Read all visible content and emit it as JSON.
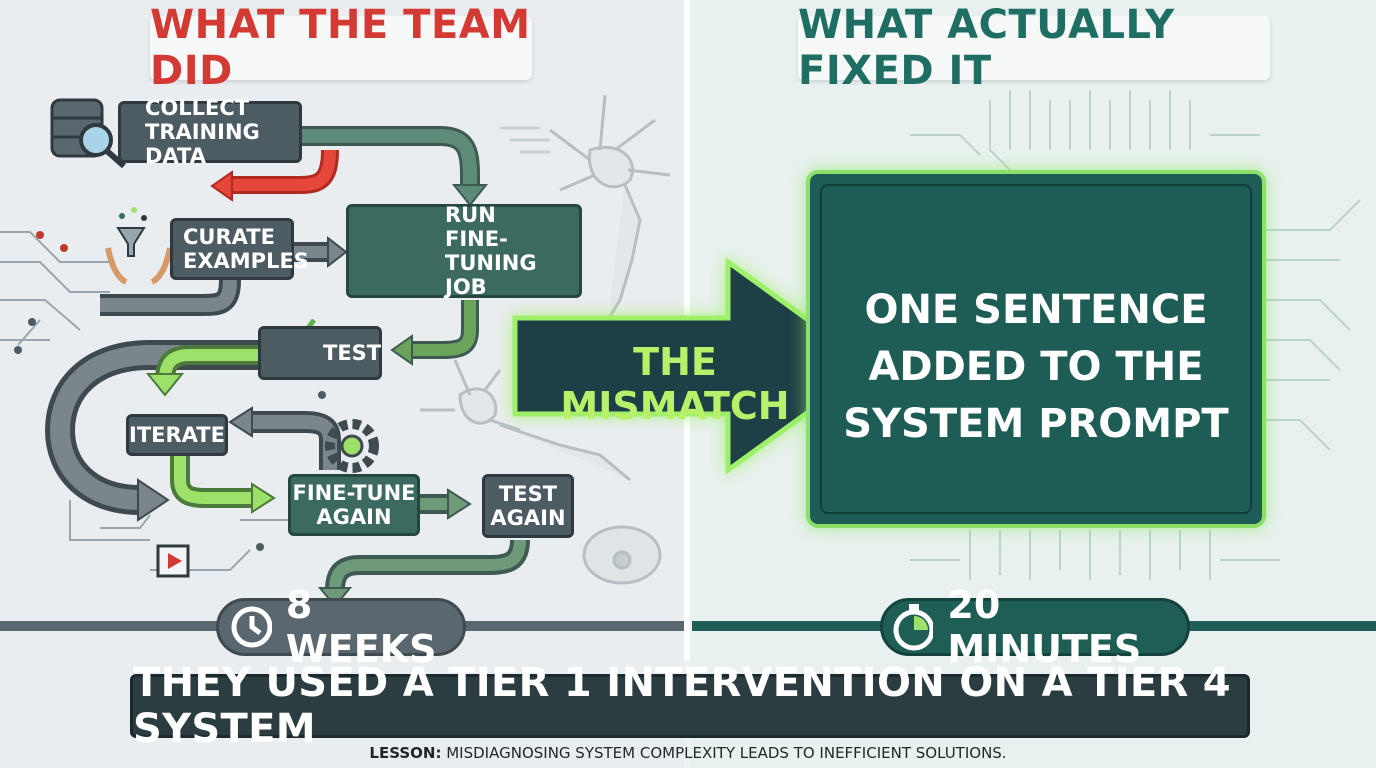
{
  "left_header": "WHAT THE TEAM DID",
  "right_header": "WHAT ACTUALLY FIXED IT",
  "steps": {
    "collect": [
      "COLLECT",
      "TRAINING DATA"
    ],
    "curate": [
      "CURATE",
      "EXAMPLES"
    ],
    "run": [
      "RUN",
      "FINE-TUNING",
      "JOB"
    ],
    "test": "TEST",
    "iterate": "ITERATE",
    "finetune_again": [
      "FINE-TUNE",
      "AGAIN"
    ],
    "test_again": [
      "TEST",
      "AGAIN"
    ]
  },
  "mismatch_label": "THE MISMATCH",
  "fix_text": [
    "ONE SENTENCE",
    "ADDED TO THE",
    "SYSTEM PROMPT"
  ],
  "left_duration": "8 WEEKS",
  "right_duration": "20 MINUTES",
  "banner": "THEY USED A TIER 1 INTERVENTION ON A TIER 4 SYSTEM",
  "lesson": {
    "label": "LESSON:",
    "text": "MISDIAGNOSING SYSTEM COMPLEXITY LEADS TO INEFFICIENT SOLUTIONS."
  },
  "icons": [
    "database-search-icon",
    "funnel-hands-icon",
    "gear-brain-icon",
    "chart-check-icon",
    "gear-icon",
    "play-icon",
    "clock-icon",
    "stopwatch-icon",
    "neuron-icon",
    "bacterium-icon"
  ],
  "colors": {
    "red_accent": "#d23a33",
    "teal_accent": "#1f6e63",
    "lime_accent": "#8be06a",
    "slate": "#4d5b62"
  }
}
